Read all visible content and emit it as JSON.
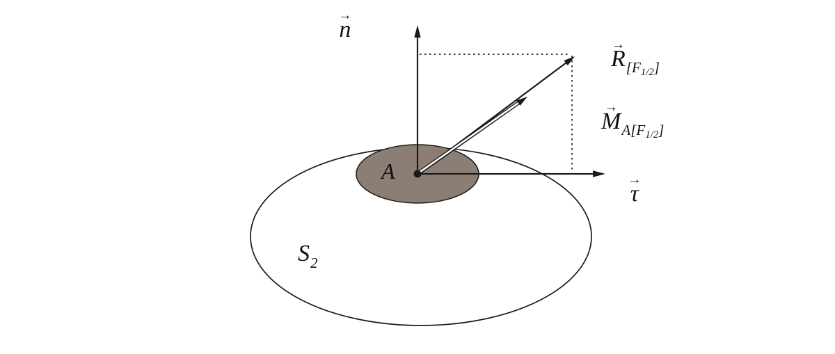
{
  "labels": {
    "n": {
      "arrow": "→",
      "letter": "n"
    },
    "tau": {
      "arrow": "→",
      "letter": "τ"
    },
    "R": {
      "arrow": "→",
      "letter": "R",
      "sub_open": "[",
      "sub_letter": "F",
      "sub_frac": "1/2",
      "sub_close": "]"
    },
    "M": {
      "arrow": "→",
      "letter": "M",
      "sub_point": "A",
      "sub_open": "[",
      "sub_letter": "F",
      "sub_frac": "1/2",
      "sub_close": "]"
    },
    "S2": {
      "letter": "S",
      "sub": "2"
    },
    "A": {
      "letter": "A"
    }
  },
  "colors": {
    "line": "#1a1a1a",
    "region_fill": "#8c7e74",
    "background": "#ffffff"
  }
}
